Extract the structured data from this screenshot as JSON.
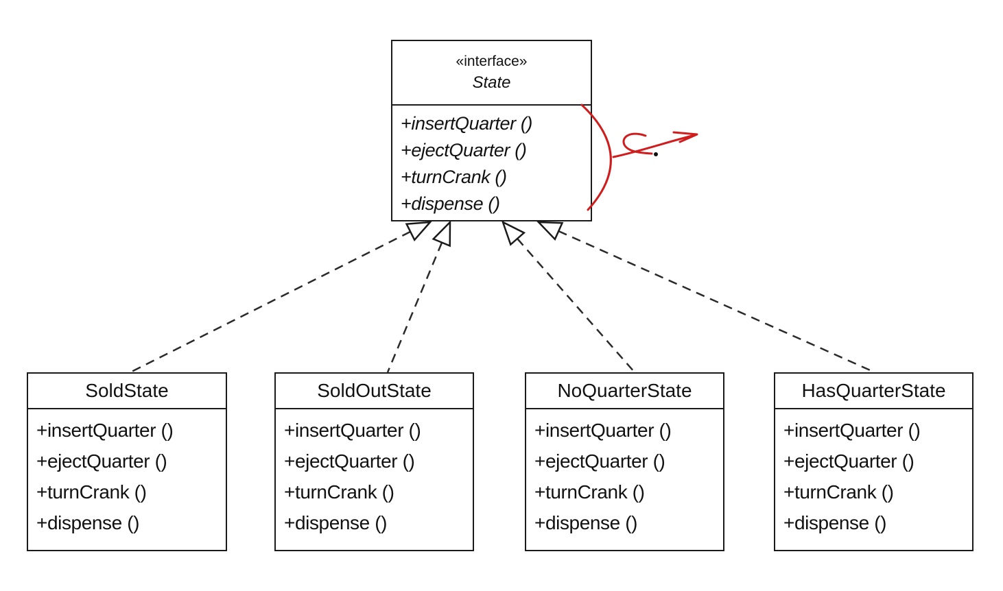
{
  "diagram": {
    "interface": {
      "stereotype": "«interface»",
      "name": "State",
      "methods": [
        "+insertQuarter ()",
        "+ejectQuarter ()",
        "+turnCrank ()",
        "+dispense ()"
      ]
    },
    "classes": [
      {
        "name": "SoldState",
        "methods": [
          "+insertQuarter ()",
          "+ejectQuarter ()",
          "+turnCrank ()",
          "+dispense ()"
        ]
      },
      {
        "name": "SoldOutState",
        "methods": [
          "+insertQuarter ()",
          "+ejectQuarter ()",
          "+turnCrank ()",
          "+dispense ()"
        ]
      },
      {
        "name": "NoQuarterState",
        "methods": [
          "+insertQuarter ()",
          "+ejectQuarter ()",
          "+turnCrank ()",
          "+dispense ()"
        ]
      },
      {
        "name": "HasQuarterState",
        "methods": [
          "+insertQuarter ()",
          "+ejectQuarter ()",
          "+turnCrank ()",
          "+dispense ()"
        ]
      }
    ],
    "relationships": [
      {
        "from": "SoldState",
        "to": "State",
        "type": "realization"
      },
      {
        "from": "SoldOutState",
        "to": "State",
        "type": "realization"
      },
      {
        "from": "NoQuarterState",
        "to": "State",
        "type": "realization"
      },
      {
        "from": "HasQuarterState",
        "to": "State",
        "type": "realization"
      }
    ],
    "annotation": {
      "style": "hand-drawn",
      "color": "#cf1d1d",
      "brace_spans": "State interface methods"
    },
    "colors": {
      "background": "#ffffff",
      "stroke": "#1a1a1a",
      "annotation": "#cf1d1d"
    }
  }
}
